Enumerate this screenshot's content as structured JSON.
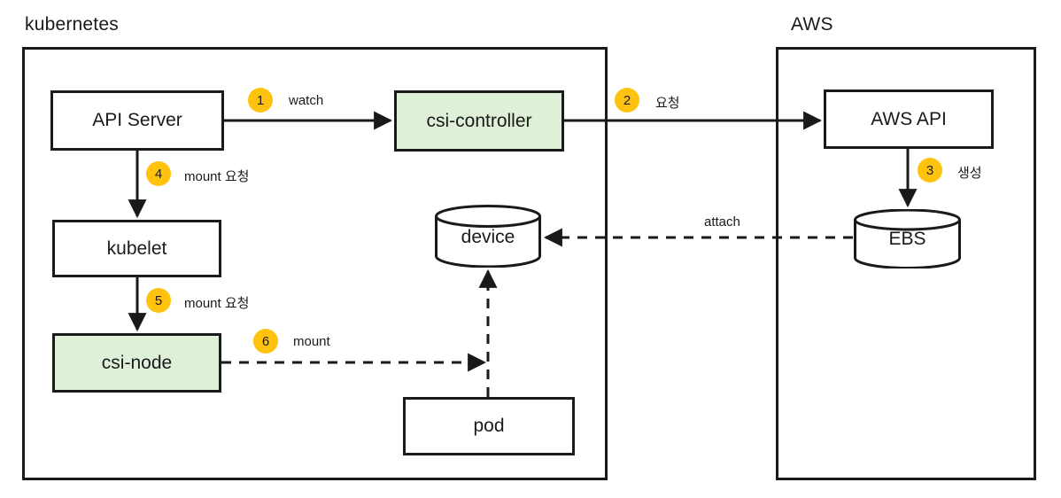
{
  "diagram": {
    "title_not_shown": "",
    "groups": [
      {
        "id": "kubernetes",
        "label": "kubernetes"
      },
      {
        "id": "aws",
        "label": "AWS"
      }
    ],
    "nodes": [
      {
        "id": "api-server",
        "label": "API Server",
        "shape": "rect",
        "fill": "#ffffff"
      },
      {
        "id": "csi-controller",
        "label": "csi-controller",
        "shape": "rect",
        "fill": "#dff0d8"
      },
      {
        "id": "kubelet",
        "label": "kubelet",
        "shape": "rect",
        "fill": "#ffffff"
      },
      {
        "id": "csi-node",
        "label": "csi-node",
        "shape": "rect",
        "fill": "#dff0d8"
      },
      {
        "id": "device",
        "label": "device",
        "shape": "cylinder",
        "fill": "#ffffff"
      },
      {
        "id": "pod",
        "label": "pod",
        "shape": "rect",
        "fill": "#ffffff"
      },
      {
        "id": "aws-api",
        "label": "AWS API",
        "shape": "rect",
        "fill": "#ffffff"
      },
      {
        "id": "ebs",
        "label": "EBS",
        "shape": "cylinder",
        "fill": "#ffffff"
      }
    ],
    "edges": [
      {
        "id": "e1",
        "from": "api-server",
        "to": "csi-controller",
        "badge": "1",
        "label": "watch",
        "style": "solid"
      },
      {
        "id": "e2",
        "from": "csi-controller",
        "to": "aws-api",
        "badge": "2",
        "label": "요청",
        "style": "solid"
      },
      {
        "id": "e3",
        "from": "aws-api",
        "to": "ebs",
        "badge": "3",
        "label": "생성",
        "style": "solid"
      },
      {
        "id": "e4",
        "from": "api-server",
        "to": "kubelet",
        "badge": "4",
        "label": "mount 요청",
        "style": "solid"
      },
      {
        "id": "e5",
        "from": "kubelet",
        "to": "csi-node",
        "badge": "5",
        "label": "mount 요청",
        "style": "solid"
      },
      {
        "id": "e6",
        "from": "csi-node",
        "to": "device",
        "badge": "6",
        "label": "mount",
        "style": "dashed"
      },
      {
        "id": "e7",
        "from": "ebs",
        "to": "device",
        "badge": "",
        "label": "attach",
        "style": "dashed"
      },
      {
        "id": "e8",
        "from": "pod",
        "to": "device",
        "badge": "",
        "label": "",
        "style": "dashed"
      }
    ],
    "colors": {
      "badge": "#ffc20e",
      "stroke": "#1a1a1a",
      "green_fill": "#dff0d8",
      "background": "#ffffff"
    }
  }
}
